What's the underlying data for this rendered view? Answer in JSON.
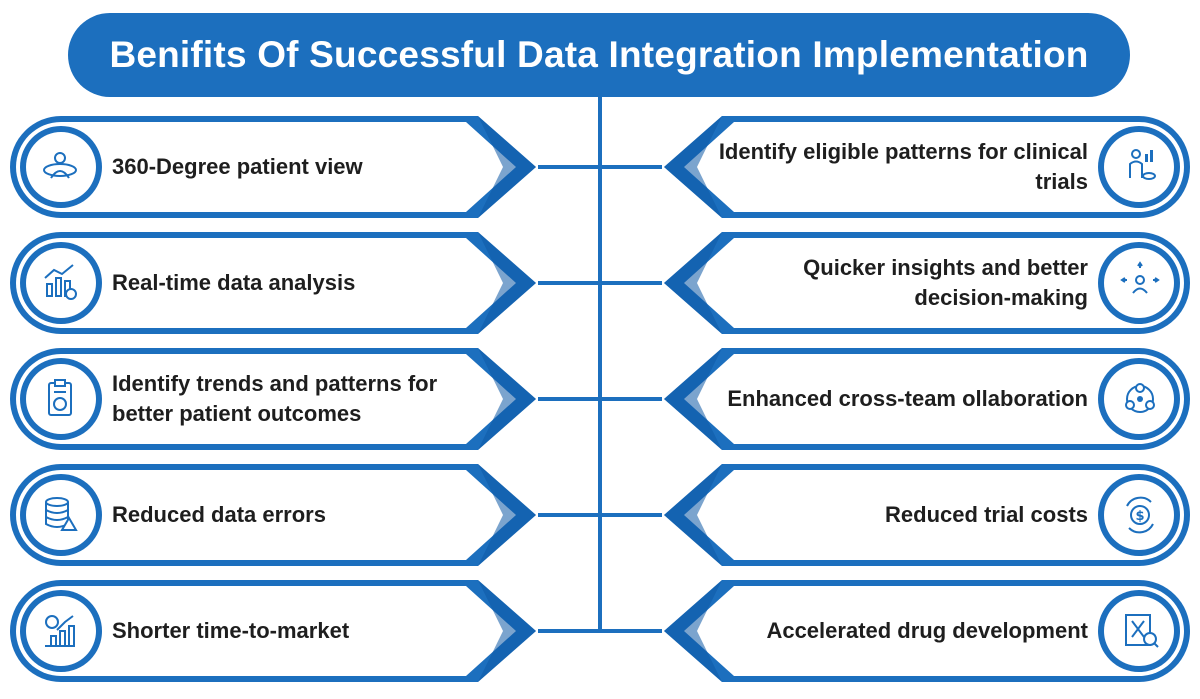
{
  "title": "Benifits Of Successful Data Integration Implementation",
  "colors": {
    "primary": "#1c6fbe",
    "dark": "#0f5aa5",
    "text": "#1e1e1e"
  },
  "left_items": [
    {
      "label": "360-Degree patient view",
      "icon": "patient-view-icon"
    },
    {
      "label": "Real-time data analysis",
      "icon": "analysis-chart-icon"
    },
    {
      "label": "Identify trends and patterns for better patient outcomes",
      "icon": "clipboard-report-icon"
    },
    {
      "label": "Reduced data errors",
      "icon": "database-warning-icon"
    },
    {
      "label": "Shorter time-to-market",
      "icon": "growth-chart-clock-icon"
    }
  ],
  "right_items": [
    {
      "label": "Identify eligible patterns for clinical trials",
      "icon": "patient-pills-icon"
    },
    {
      "label": "Quicker insights and better decision-making",
      "icon": "decision-person-icon"
    },
    {
      "label": "Enhanced cross-team  ollaboration",
      "icon": "team-collaboration-icon"
    },
    {
      "label": "Reduced trial costs",
      "icon": "cost-reduction-icon"
    },
    {
      "label": "Accelerated drug development",
      "icon": "drug-research-icon"
    }
  ]
}
